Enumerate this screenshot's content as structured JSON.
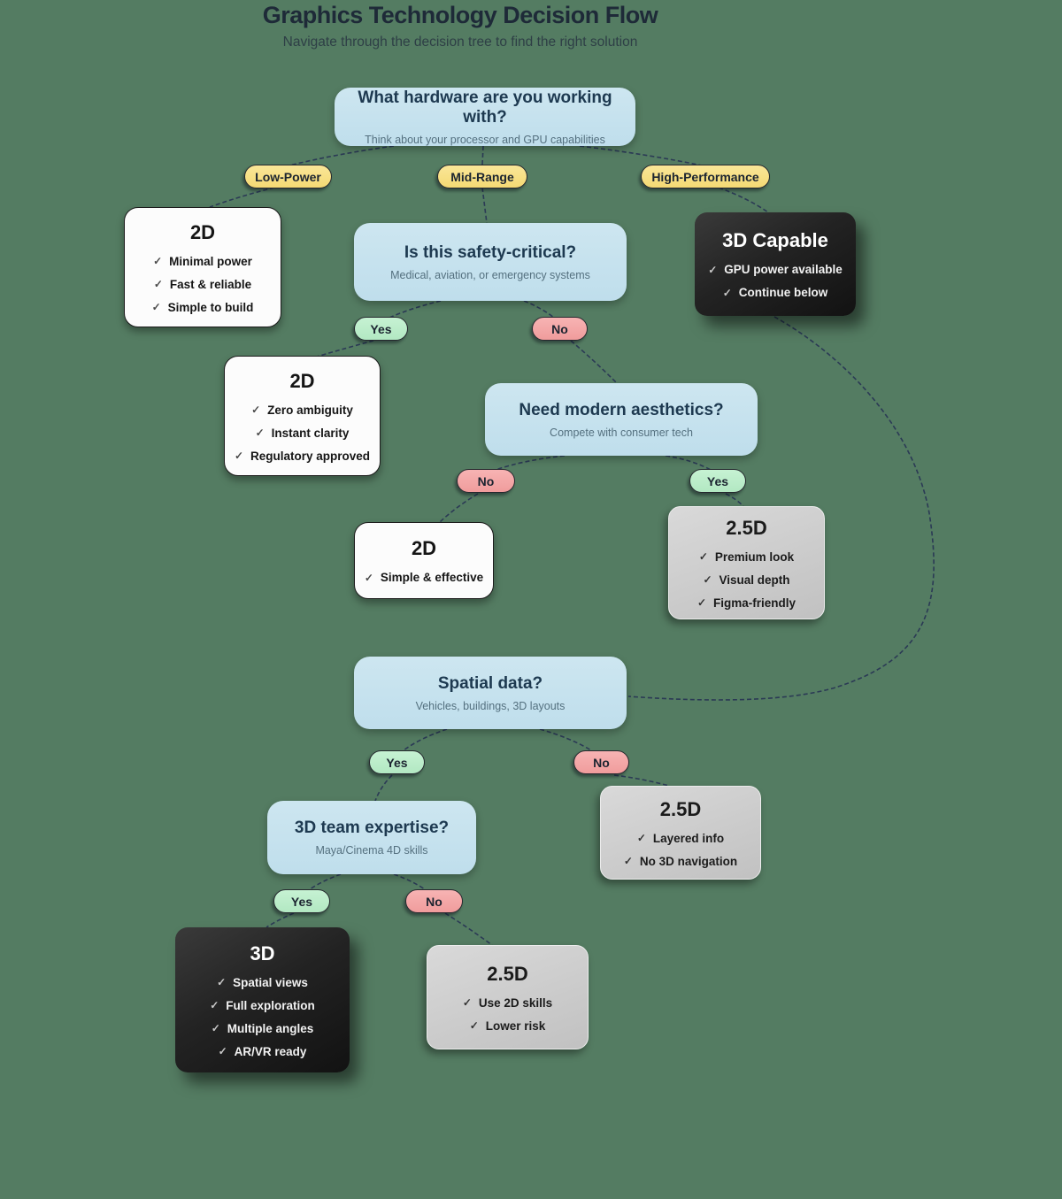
{
  "page": {
    "title": "Graphics Technology Decision Flow",
    "subtitle": "Navigate through the decision tree to find the right solution"
  },
  "colors": {
    "background": "#547c62",
    "question_bg": "#c7e2ee",
    "question_title": "#1d3950",
    "question_sub": "#54707f",
    "yellow_pill": "#f8e285",
    "green_pill": "#bdeecb",
    "red_pill": "#f5a7a7",
    "white_card": "#fcfcfc",
    "gray_card": "#cccccc",
    "dark_card": "#232323",
    "connector": "#2b3a55"
  },
  "icons": {
    "check": "✓"
  },
  "labels": {
    "low_power": "Low-Power",
    "mid_range": "Mid-Range",
    "high_performance": "High-Performance",
    "yes": "Yes",
    "no": "No"
  },
  "questions": {
    "hardware": {
      "title": "What hardware are you working with?",
      "subtitle": "Think about your processor and GPU capabilities"
    },
    "safety": {
      "title": "Is this safety-critical?",
      "subtitle": "Medical, aviation, or emergency systems"
    },
    "aesthetics": {
      "title": "Need modern aesthetics?",
      "subtitle": "Compete with consumer tech"
    },
    "spatial": {
      "title": "Spatial data?",
      "subtitle": "Vehicles, buildings, 3D layouts"
    },
    "expertise": {
      "title": "3D team expertise?",
      "subtitle": "Maya/Cinema 4D skills"
    }
  },
  "results": {
    "low_power_2d": {
      "title": "2D",
      "items": [
        "Minimal power",
        "Fast & reliable",
        "Simple to build"
      ]
    },
    "capable_3d": {
      "title": "3D Capable",
      "items": [
        "GPU power available",
        "Continue below"
      ]
    },
    "safety_2d": {
      "title": "2D",
      "items": [
        "Zero ambiguity",
        "Instant clarity",
        "Regulatory approved"
      ]
    },
    "simple_2d": {
      "title": "2D",
      "items": [
        "Simple & effective"
      ]
    },
    "premium_25d": {
      "title": "2.5D",
      "items": [
        "Premium look",
        "Visual depth",
        "Figma-friendly"
      ]
    },
    "layered_25d": {
      "title": "2.5D",
      "items": [
        "Layered info",
        "No 3D navigation"
      ]
    },
    "full_3d": {
      "title": "3D",
      "items": [
        "Spatial views",
        "Full exploration",
        "Multiple angles",
        "AR/VR ready"
      ]
    },
    "skills_25d": {
      "title": "2.5D",
      "items": [
        "Use 2D skills",
        "Lower risk"
      ]
    }
  }
}
